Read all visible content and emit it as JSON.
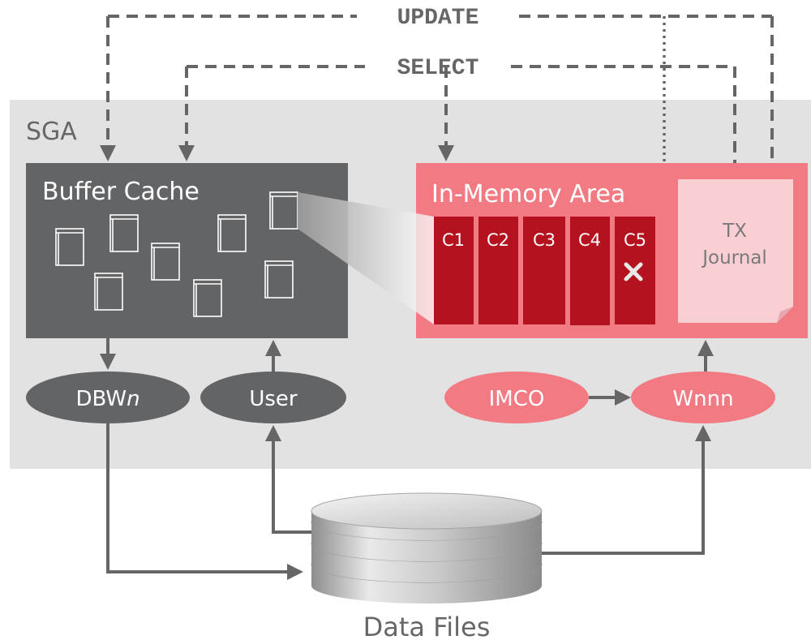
{
  "diagram": {
    "operations": {
      "update": "UPDATE",
      "select": "SELECT"
    },
    "sga": {
      "label": "SGA"
    },
    "buffer_cache": {
      "title": "Buffer Cache"
    },
    "in_memory_area": {
      "title": "In-Memory Area",
      "columns": [
        "C1",
        "C2",
        "C3",
        "C4",
        "C5"
      ],
      "invalidated_column": "C5"
    },
    "tx_journal": {
      "line1": "TX",
      "line2": "Journal"
    },
    "processes": {
      "dbwn_prefix": "DBW",
      "dbwn_suffix": "n",
      "user": "User",
      "imco": "IMCO",
      "wnnn": "Wnnn"
    },
    "storage": {
      "label": "Data Files"
    },
    "colors": {
      "sga_bg": "#e2e2e2",
      "buffer_cache": "#636466",
      "in_memory": "#f27a83",
      "column": "#b5121f",
      "journal": "#f9cfd3",
      "process_dark": "#636466",
      "process_pink": "#f27a83",
      "arrow": "#666666"
    }
  }
}
